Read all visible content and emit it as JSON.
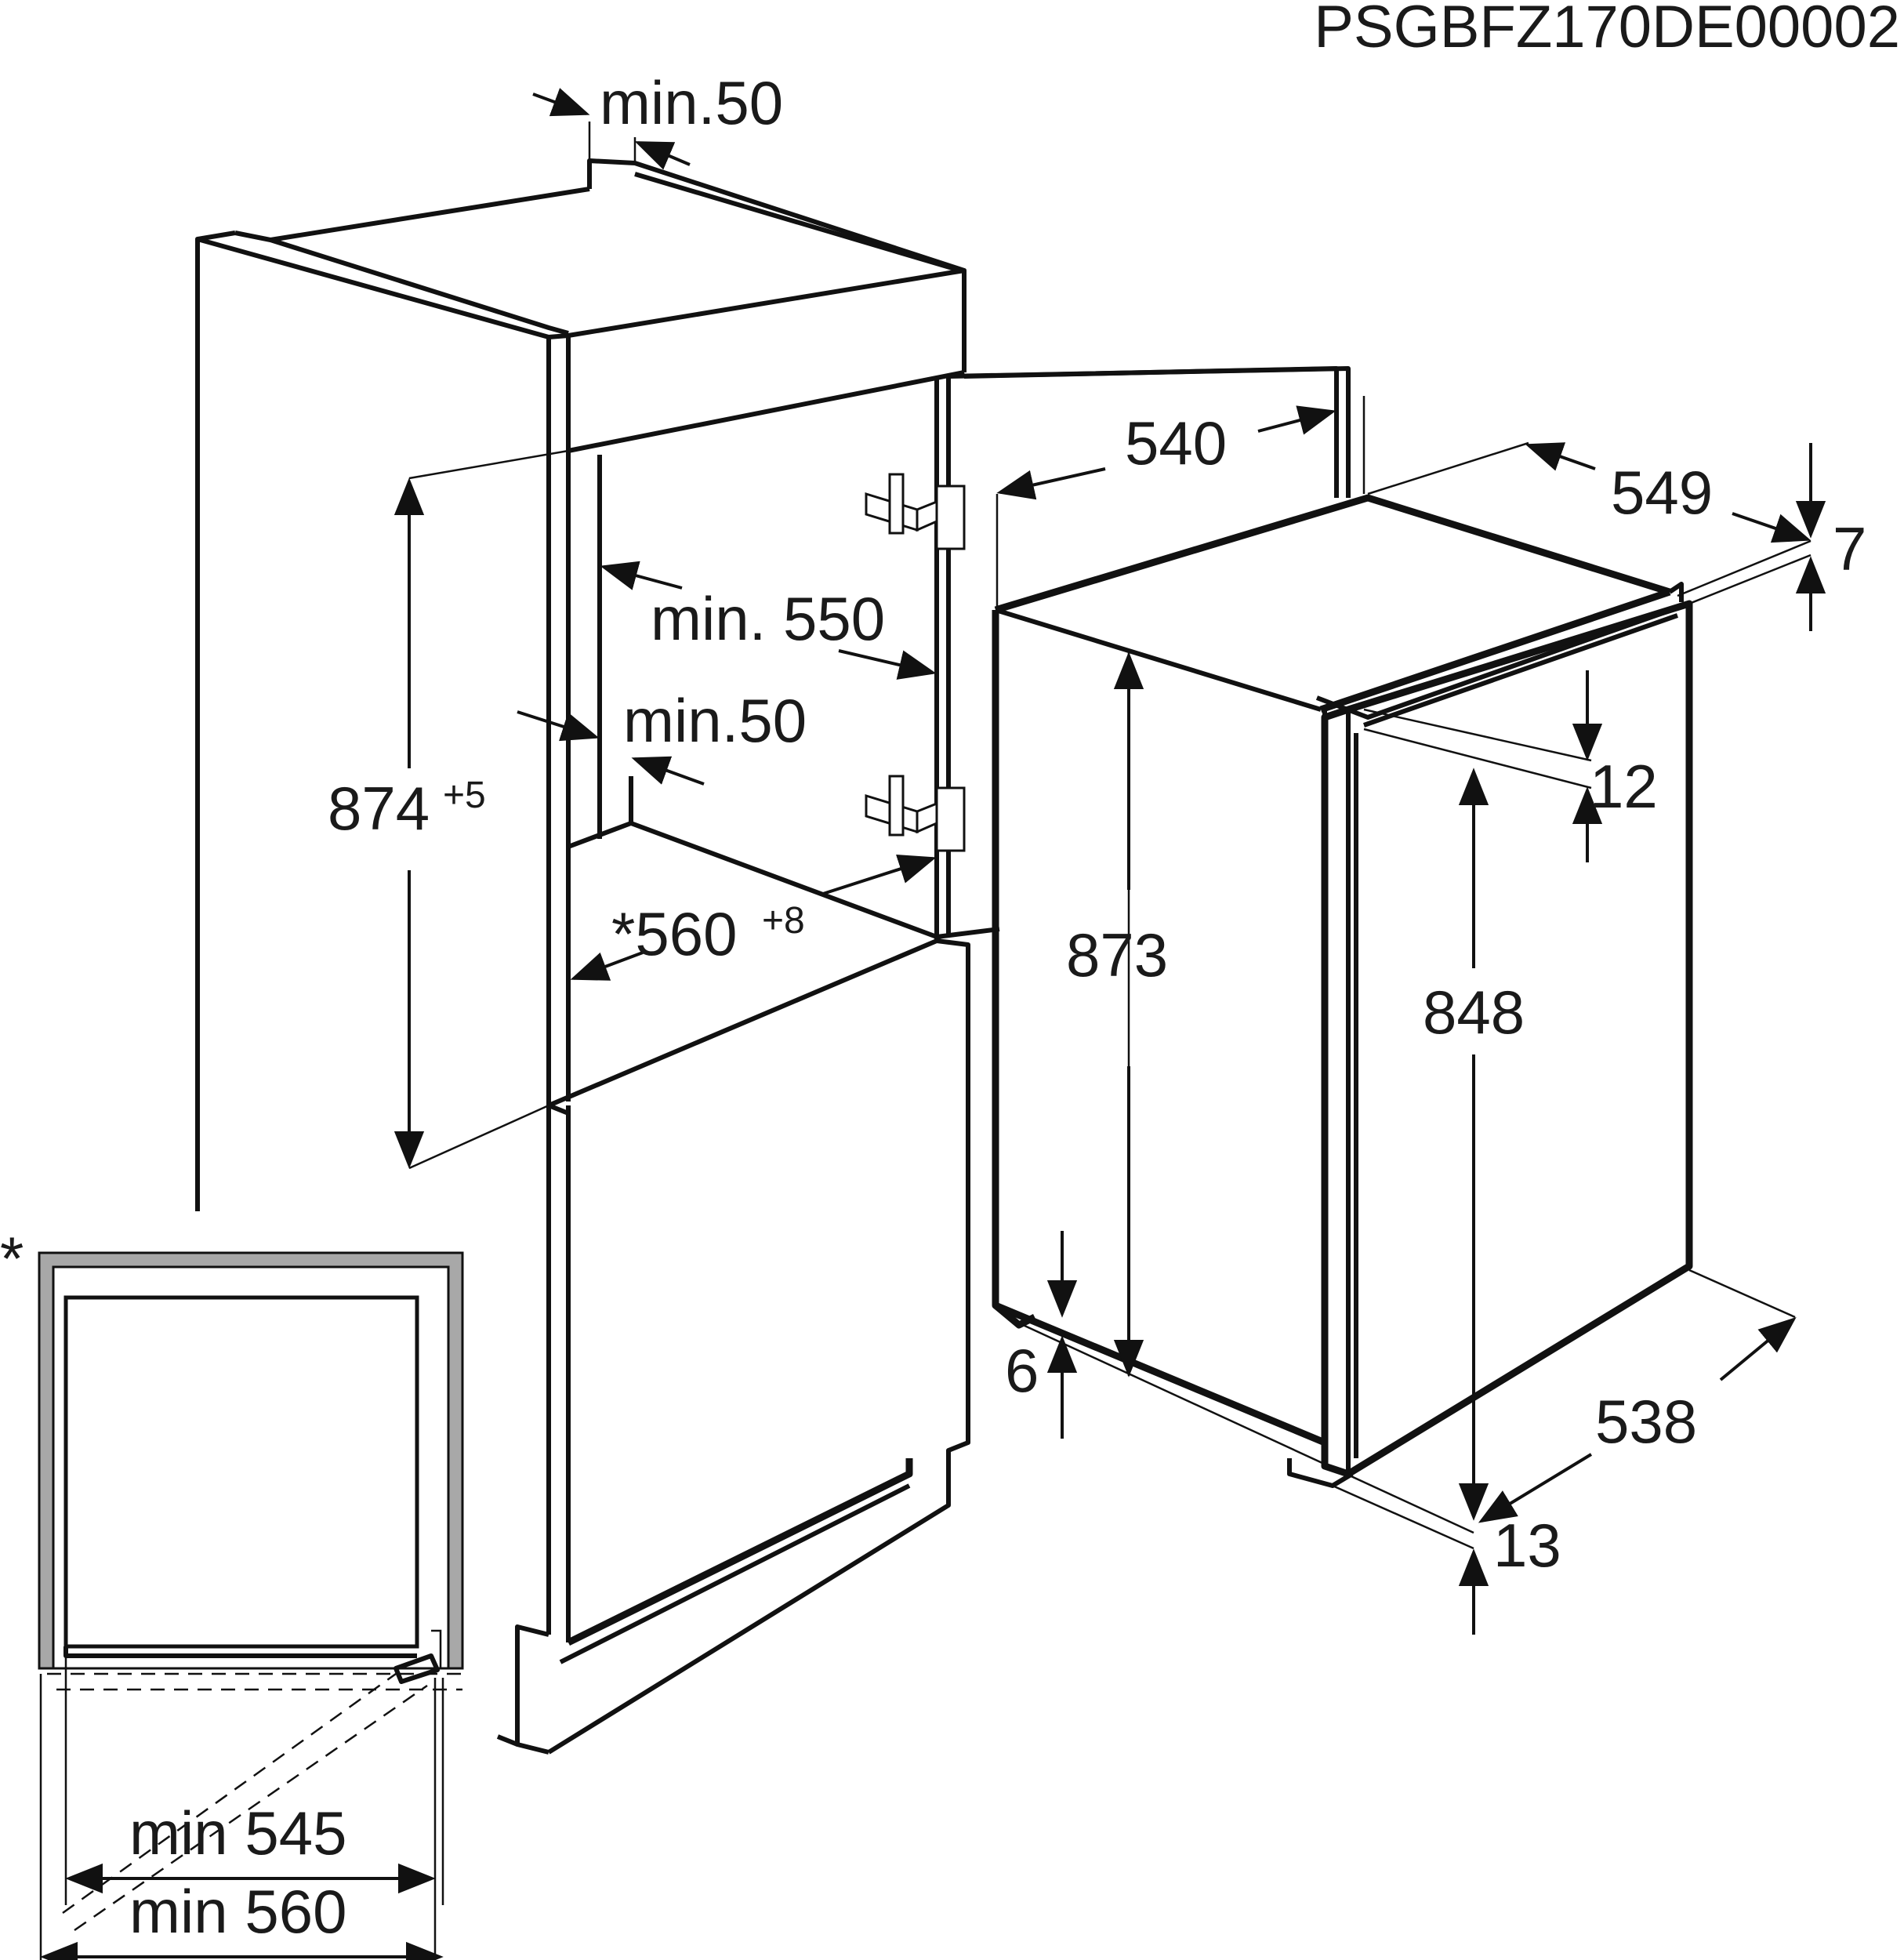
{
  "drawing_code": "PSGBFZ170DE00002",
  "niche": {
    "top_clearance": "min.50",
    "height": "874",
    "height_tolerance": "+5",
    "depth": "min. 550",
    "rear_gap": "min.50",
    "width": "*560",
    "width_tolerance": "+8"
  },
  "appliance": {
    "depth": "540",
    "total_depth": "549",
    "door_offset_top": "7",
    "height": "873",
    "door_height": "848",
    "door_gap_top": "12",
    "base_gap": "6",
    "door_gap_bottom": "13",
    "width": "538"
  },
  "plan_view": {
    "note_marker": "*",
    "inner_width": "min 545",
    "outer_width": "min 560"
  }
}
